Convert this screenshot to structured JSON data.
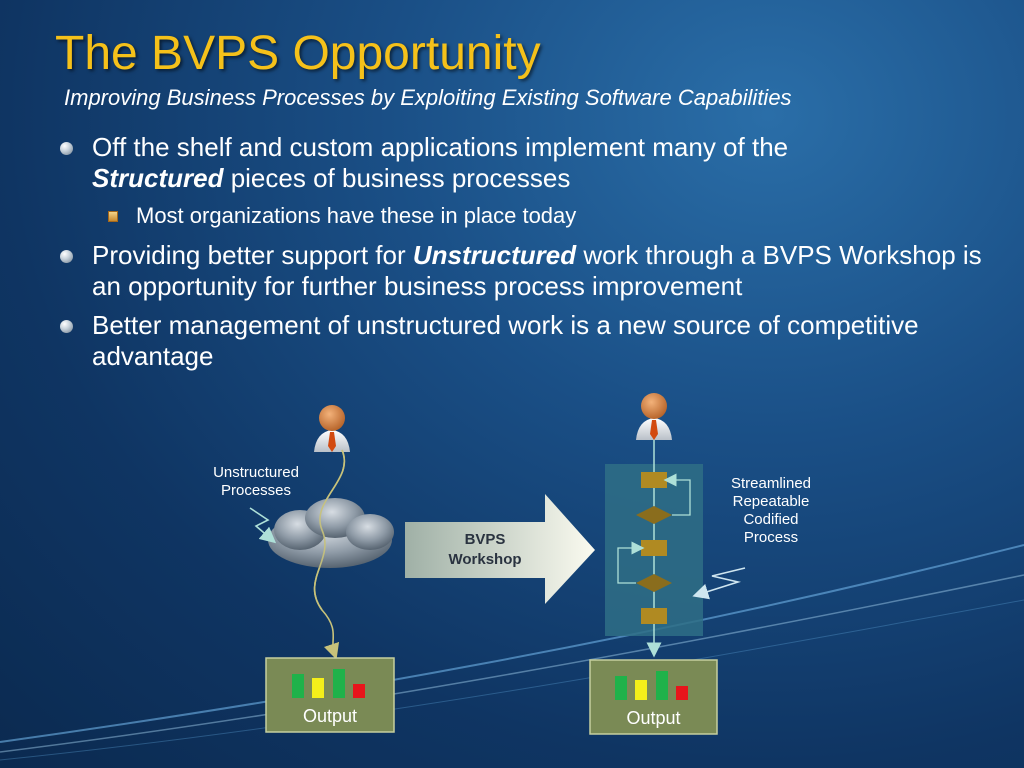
{
  "slide": {
    "title": "The BVPS Opportunity",
    "subtitle": "Improving Business Processes by Exploiting Existing Software Capabilities"
  },
  "bullets": [
    {
      "line1": "Off the shelf and custom applications implement many of the",
      "emphasis": "Structured",
      "line2_rest": " pieces of business processes"
    },
    {
      "text": "Most organizations have these in place today"
    },
    {
      "before": "Providing better support for ",
      "emphasis": "Unstructured",
      "after": " work through a BVPS Workshop is an opportunity for further business process improvement"
    },
    {
      "text": "Better management of unstructured work is a new source of competitive advantage"
    }
  ],
  "diagram": {
    "left_label": [
      "Unstructured",
      "Processes"
    ],
    "arrow_label": [
      "BVPS",
      "Workshop"
    ],
    "right_label": [
      "Streamlined",
      "Repeatable",
      "Codified",
      "Process"
    ],
    "output_left": "Output",
    "output_right": "Output",
    "colors": {
      "title": "#f5c11a",
      "green": "#1fb24a",
      "yellow": "#f4ef1a",
      "red": "#e8151b",
      "output_box": "#7a8a55",
      "process_shape": "#b08a22"
    }
  }
}
